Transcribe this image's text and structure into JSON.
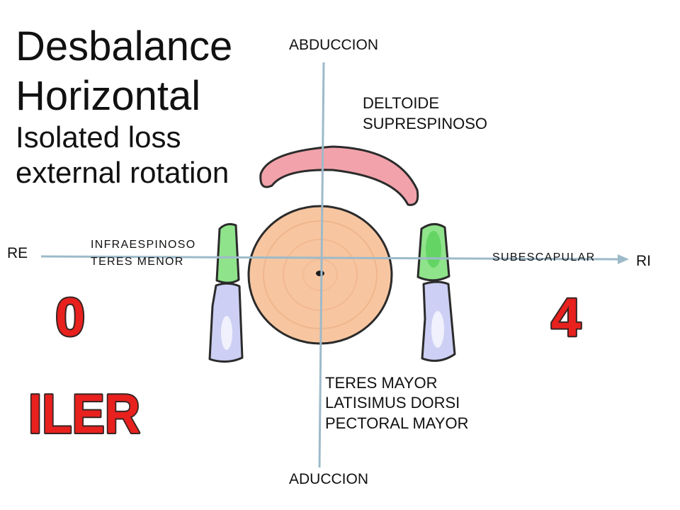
{
  "title": {
    "main_line1": "Desbalance",
    "main_line2": "Horizontal",
    "sub_line1": "Isolated loss",
    "sub_line2": "external rotation"
  },
  "axes": {
    "top_label": "ABDUCCION",
    "bottom_label": "ADUCCION",
    "left_label": "RE",
    "right_label": "RI"
  },
  "muscle_groups": {
    "abductors": [
      "DELTOIDE",
      "SUPRESPINOSO"
    ],
    "external_rotators": [
      "INFRAESPINOSO",
      "TERES MENOR"
    ],
    "internal_rotators": [
      "SUBESCAPULAR"
    ],
    "adductors": [
      "TERES MAYOR",
      "LATISIMUS DORSI",
      "PECTORAL MAYOR"
    ]
  },
  "scores": {
    "external_rotation": "0",
    "internal_rotation": "4"
  },
  "test_name": "ILER",
  "colors": {
    "score_red": "#e8211e",
    "score_outline": "#3a2424",
    "axis": "#9dbac9",
    "humeral_head": "#f7c6a0",
    "humeral_texture": "#eaa97e",
    "deltoid_pink": "#f2a2aa",
    "rotator_green": "#8fe38a",
    "rotator_green_dark": "#5fd35f",
    "lower_block_lavender": "#cdd0f4",
    "sketch_outline": "#2b2b2b",
    "center_dot": "#1e1e1e"
  }
}
